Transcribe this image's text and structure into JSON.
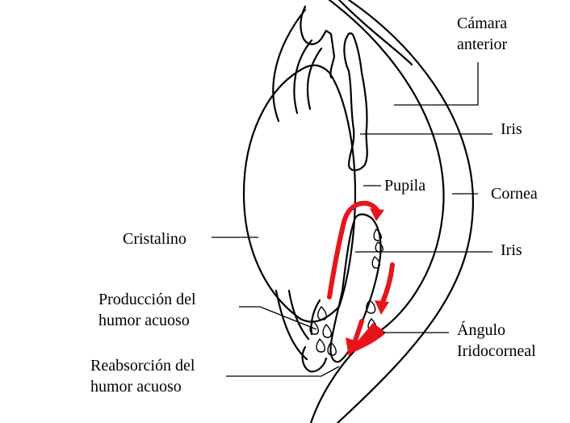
{
  "labels": {
    "camara": "Cámara anterior",
    "iris_top": "Iris",
    "pupila": "Pupila",
    "cornea": "Cornea",
    "cristalino": "Cristalino",
    "iris_mid": "Iris",
    "produccion": "Producción del humor acuoso",
    "angulo": "Ángulo Iridocorneal",
    "reabsorcion": "Reabsorción del humor acuoso"
  },
  "colors": {
    "line": "#000000",
    "flow_arrow": "#e8141b",
    "background": "#ffffff"
  }
}
